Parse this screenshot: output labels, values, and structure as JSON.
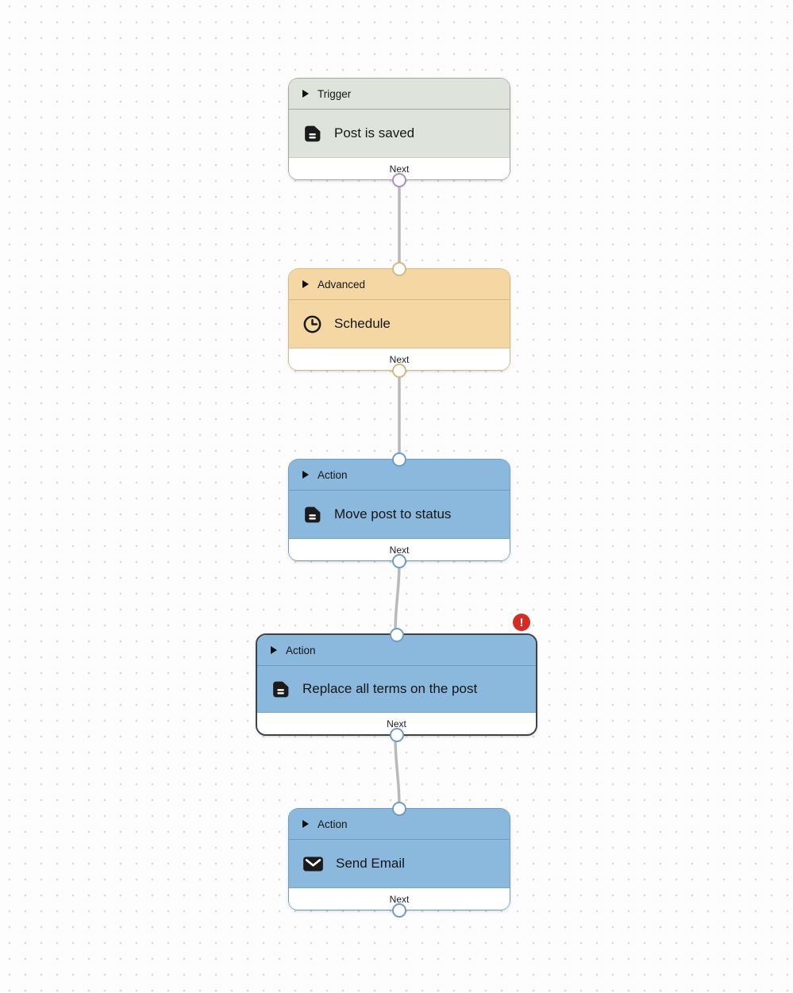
{
  "canvas": {
    "background_color": "#fdfdfd",
    "dot_color": "#d8d8d8",
    "edge_color": "#b9b8bc",
    "error_badge_color": "#d62b25"
  },
  "nodes": [
    {
      "type_label": "Trigger",
      "title": "Post is saved",
      "icon": "post-document-icon",
      "next_label": "Next",
      "selected": false,
      "has_error": false,
      "theme_colors": {
        "background": "#dee4dc",
        "border": "#a2a7a1",
        "handle": "#b28cbd"
      }
    },
    {
      "type_label": "Advanced",
      "title": "Schedule",
      "icon": "clock-icon",
      "next_label": "Next",
      "selected": false,
      "has_error": false,
      "theme_colors": {
        "background": "#f4d7a2",
        "border": "#d5b984",
        "handle": "#d5b984"
      }
    },
    {
      "type_label": "Action",
      "title": "Move post to status",
      "icon": "post-document-icon",
      "next_label": "Next",
      "selected": false,
      "has_error": false,
      "theme_colors": {
        "background": "#8ab9dd",
        "border": "#6d9cc8",
        "handle": "#6d9cc8"
      }
    },
    {
      "type_label": "Action",
      "title": "Replace all terms on the post",
      "icon": "post-document-icon",
      "next_label": "Next",
      "selected": true,
      "has_error": true,
      "error_badge": "!",
      "theme_colors": {
        "background": "#8ab9dd",
        "border": "#3e4347",
        "handle": "#6d9cc8"
      }
    },
    {
      "type_label": "Action",
      "title": "Send Email",
      "icon": "email-icon",
      "next_label": "Next",
      "selected": false,
      "has_error": false,
      "theme_colors": {
        "background": "#8ab9dd",
        "border": "#6d9cc8",
        "handle": "#6d9cc8"
      }
    }
  ],
  "edges": [
    {
      "from": "Post is saved",
      "to": "Schedule"
    },
    {
      "from": "Schedule",
      "to": "Move post to status"
    },
    {
      "from": "Move post to status",
      "to": "Replace all terms on the post"
    },
    {
      "from": "Replace all terms on the post",
      "to": "Send Email"
    }
  ]
}
